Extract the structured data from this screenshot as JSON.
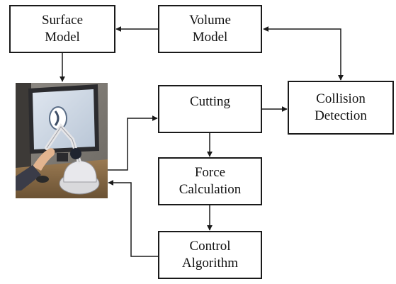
{
  "nodes": {
    "surface_model": {
      "line1": "Surface",
      "line2": "Model"
    },
    "volume_model": {
      "line1": "Volume",
      "line2": "Model"
    },
    "cutting": {
      "line1": "Cutting"
    },
    "collision_detection": {
      "line1": "Collision",
      "line2": "Detection"
    },
    "force_calculation": {
      "line1": "Force",
      "line2": "Calculation"
    },
    "control_algorithm": {
      "line1": "Control",
      "line2": "Algorithm"
    }
  },
  "edges": [
    {
      "from": "volume_model",
      "to": "surface_model"
    },
    {
      "from": "surface_model",
      "to": "haptic_device_photo"
    },
    {
      "from": "haptic_device_photo",
      "to": "cutting"
    },
    {
      "from": "cutting",
      "to": "collision_detection"
    },
    {
      "from": "collision_detection",
      "to": "volume_model",
      "bidirectional": true
    },
    {
      "from": "cutting",
      "to": "force_calculation"
    },
    {
      "from": "force_calculation",
      "to": "control_algorithm"
    },
    {
      "from": "control_algorithm",
      "to": "haptic_device_photo"
    }
  ],
  "colors": {
    "line": "#1a1a1a",
    "box_border": "#1a1a1a",
    "background": "#ffffff"
  }
}
